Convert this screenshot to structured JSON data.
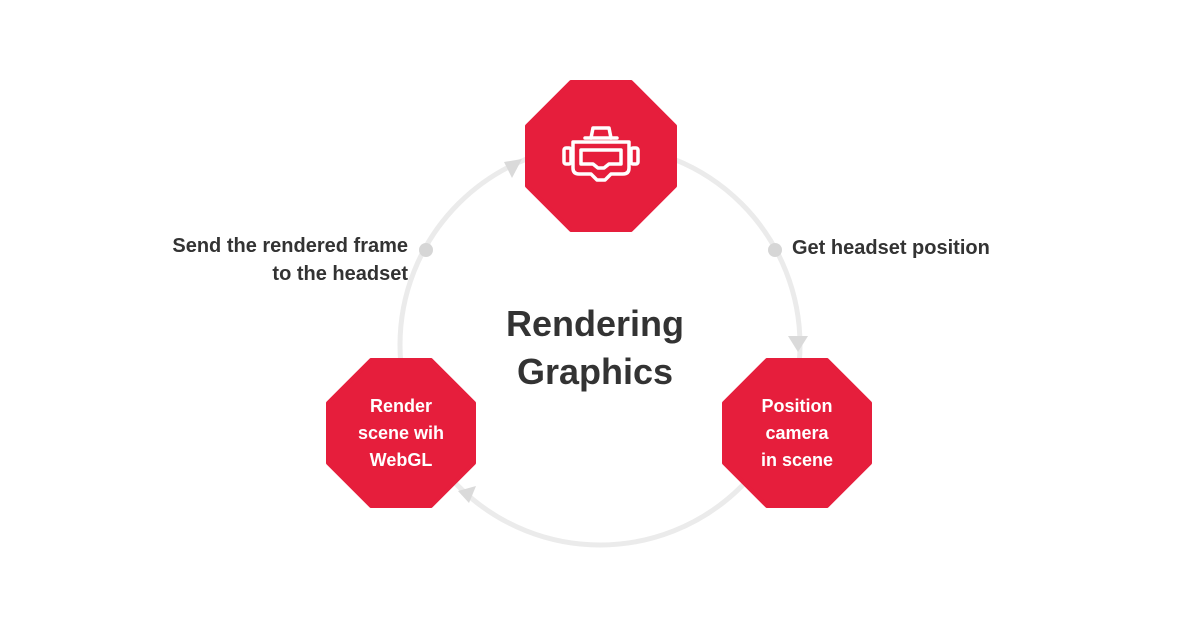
{
  "center": {
    "title": "Rendering\nGraphics"
  },
  "nodes": {
    "top": {
      "icon": "vr-headset-icon",
      "label": ""
    },
    "right": {
      "label": "Position\ncamera\nin scene"
    },
    "left": {
      "label": "Render\nscene wih\nWebGL"
    }
  },
  "steps": {
    "get_position": "Get headset position",
    "send_frame": "Send the rendered frame\nto the headset"
  },
  "colors": {
    "node_fill": "#E61E3C",
    "cycle_line": "#EBEBEB",
    "arrow": "#DADADA",
    "dot": "#D6D6D6",
    "text": "#333333",
    "node_text": "#FFFFFF"
  }
}
